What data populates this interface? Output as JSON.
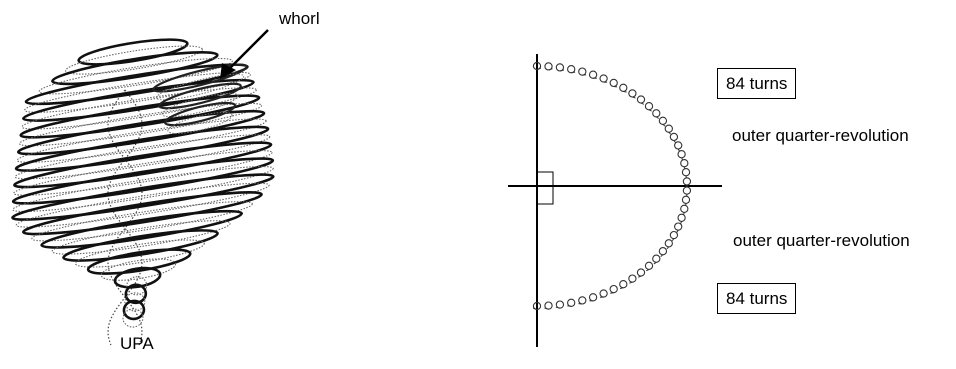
{
  "left_figure": {
    "pointer_label": "whorl",
    "caption": "UPA"
  },
  "right_figure": {
    "top_box": "84 turns",
    "bottom_box": "84 turns",
    "upper_annotation": "outer quarter-revolution",
    "lower_annotation": "outer quarter-revolution"
  }
}
